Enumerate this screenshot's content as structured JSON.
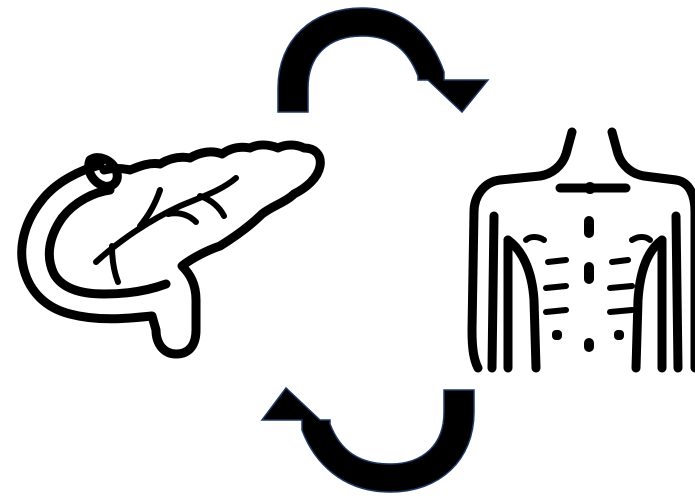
{
  "diagram": {
    "nodes": [
      {
        "id": "pancreas",
        "icon": "pancreas-icon"
      },
      {
        "id": "torso",
        "icon": "torso-icon"
      }
    ],
    "cycle_arrows": [
      {
        "from": "pancreas",
        "to": "torso",
        "icon": "curved-arrow-icon"
      },
      {
        "from": "torso",
        "to": "pancreas",
        "icon": "curved-arrow-icon"
      }
    ],
    "colors": {
      "line": "#000000",
      "arrow_fill": "#000000",
      "arrow_edge": "#1f3864",
      "background": "#ffffff"
    }
  }
}
